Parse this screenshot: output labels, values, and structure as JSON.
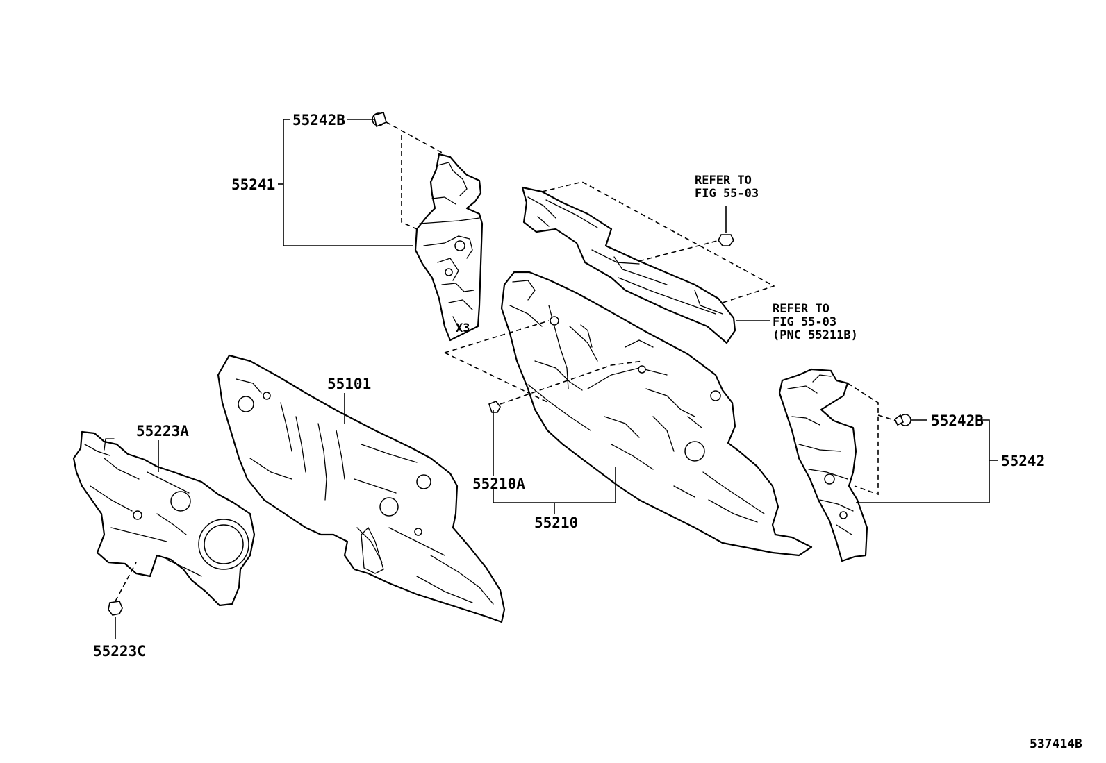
{
  "labels": {
    "p55242B_top": "55242B",
    "p55241": "55241",
    "p55101": "55101",
    "p55223A": "55223A",
    "p55223C": "55223C",
    "p55210A": "55210A",
    "p55210": "55210",
    "p55242B_right": "55242B",
    "p55242": "55242"
  },
  "notes": {
    "refer1_line1": "REFER TO",
    "refer1_line2": "FIG 55-03",
    "refer2_line1": "REFER TO",
    "refer2_line2": "FIG 55-03",
    "refer2_line3": "(PNC 55211B)",
    "x3_mark": "X3"
  },
  "figure_id": "537414B"
}
